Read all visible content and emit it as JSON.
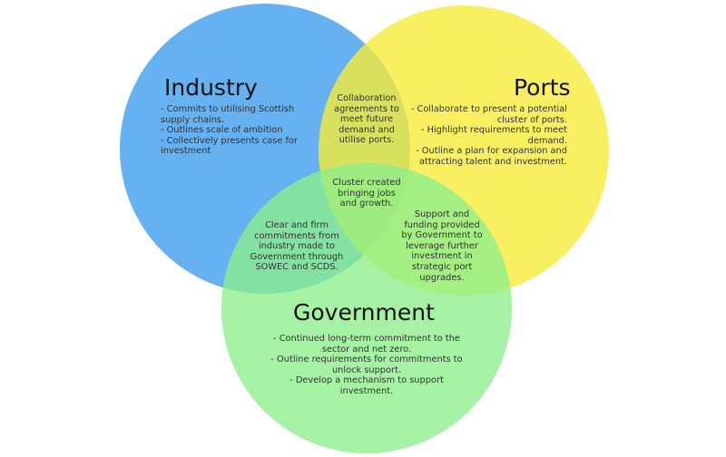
{
  "colors": {
    "industry": "#4aa3ef",
    "ports": "#f6ec3a",
    "government": "#8cee8c"
  },
  "industry": {
    "title": "Industry",
    "lines": [
      "- Commits to utilising Scottish",
      "supply chains.",
      "- Outlines scale of ambition",
      "- Collectively presents case for",
      "investment"
    ]
  },
  "ports": {
    "title": "Ports",
    "lines": [
      "- Collaborate to present a potential",
      "cluster of ports.",
      "- Highlight requirements to meet",
      "demand.",
      "- Outline a plan for expansion and",
      "attracting talent and investment."
    ]
  },
  "government": {
    "title": "Government",
    "lines": [
      "- Continued long-term commitment to the",
      "sector and net zero.",
      "- Outline requirements for commitments to",
      "unlock support.",
      "- Develop a mechanism to support",
      "investment."
    ]
  },
  "overlaps": {
    "industry_ports": [
      "Collaboration",
      "agreements to",
      "meet future",
      "demand and",
      "utilise ports."
    ],
    "all_three": [
      "Cluster created",
      "bringing jobs",
      "and growth."
    ],
    "industry_government": [
      "Clear and firm",
      "commitments from",
      "industry made to",
      "Government through",
      "SOWEC and SCDS."
    ],
    "ports_government": [
      "Support and",
      "funding provided",
      "by Government to",
      "leverage further",
      "investment in",
      "strategic port",
      "upgrades."
    ]
  }
}
